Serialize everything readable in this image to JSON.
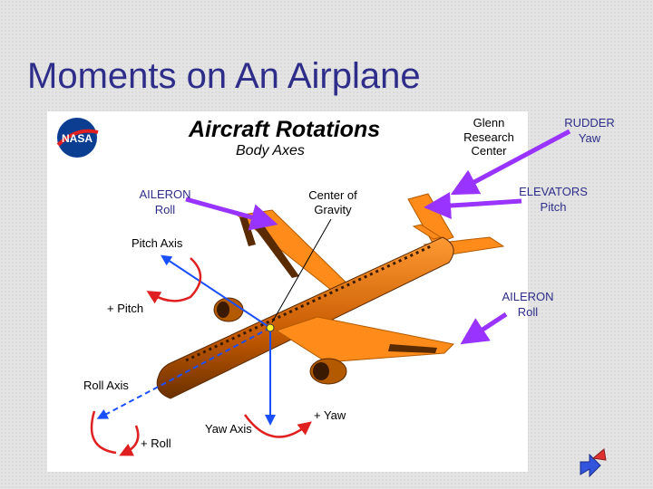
{
  "slide": {
    "title": "Moments on An Airplane"
  },
  "diagram": {
    "heading": "Aircraft Rotations",
    "subheading": "Body Axes",
    "org": [
      "Glenn",
      "Research",
      "Center"
    ],
    "logo_text": "NASA",
    "labels": {
      "cg": [
        "Center of",
        "Gravity"
      ],
      "pitch_axis": "Pitch Axis",
      "pitch": "+ Pitch",
      "roll_axis": "Roll Axis",
      "roll": "+ Roll",
      "yaw_axis": "Yaw Axis",
      "yaw": "+ Yaw"
    }
  },
  "callouts": {
    "aileron_left": [
      "AILERON",
      "Roll"
    ],
    "rudder": [
      "RUDDER",
      "Yaw"
    ],
    "elevators": [
      "ELEVATORS",
      "Pitch"
    ],
    "aileron_right": [
      "AILERON",
      "Roll"
    ]
  },
  "colors": {
    "title": "#2e2e8a",
    "aircraft": "#ff8c1a",
    "arrow": "#9933ff",
    "axis": "#1a4fff",
    "rotation": "#e02020"
  }
}
